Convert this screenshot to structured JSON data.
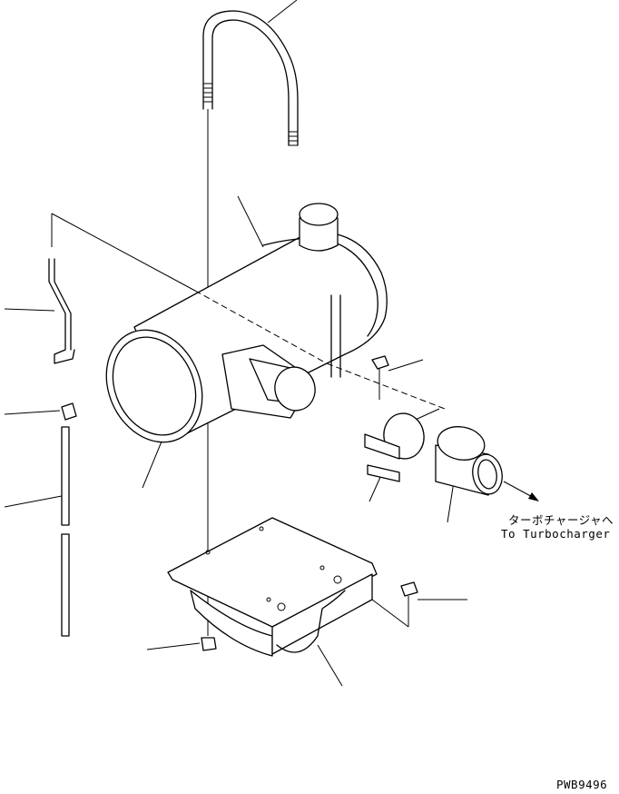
{
  "annotation": {
    "jp": "ターボチャージャへ",
    "en": "To Turbocharger"
  },
  "drawing_code": "PWB9496"
}
